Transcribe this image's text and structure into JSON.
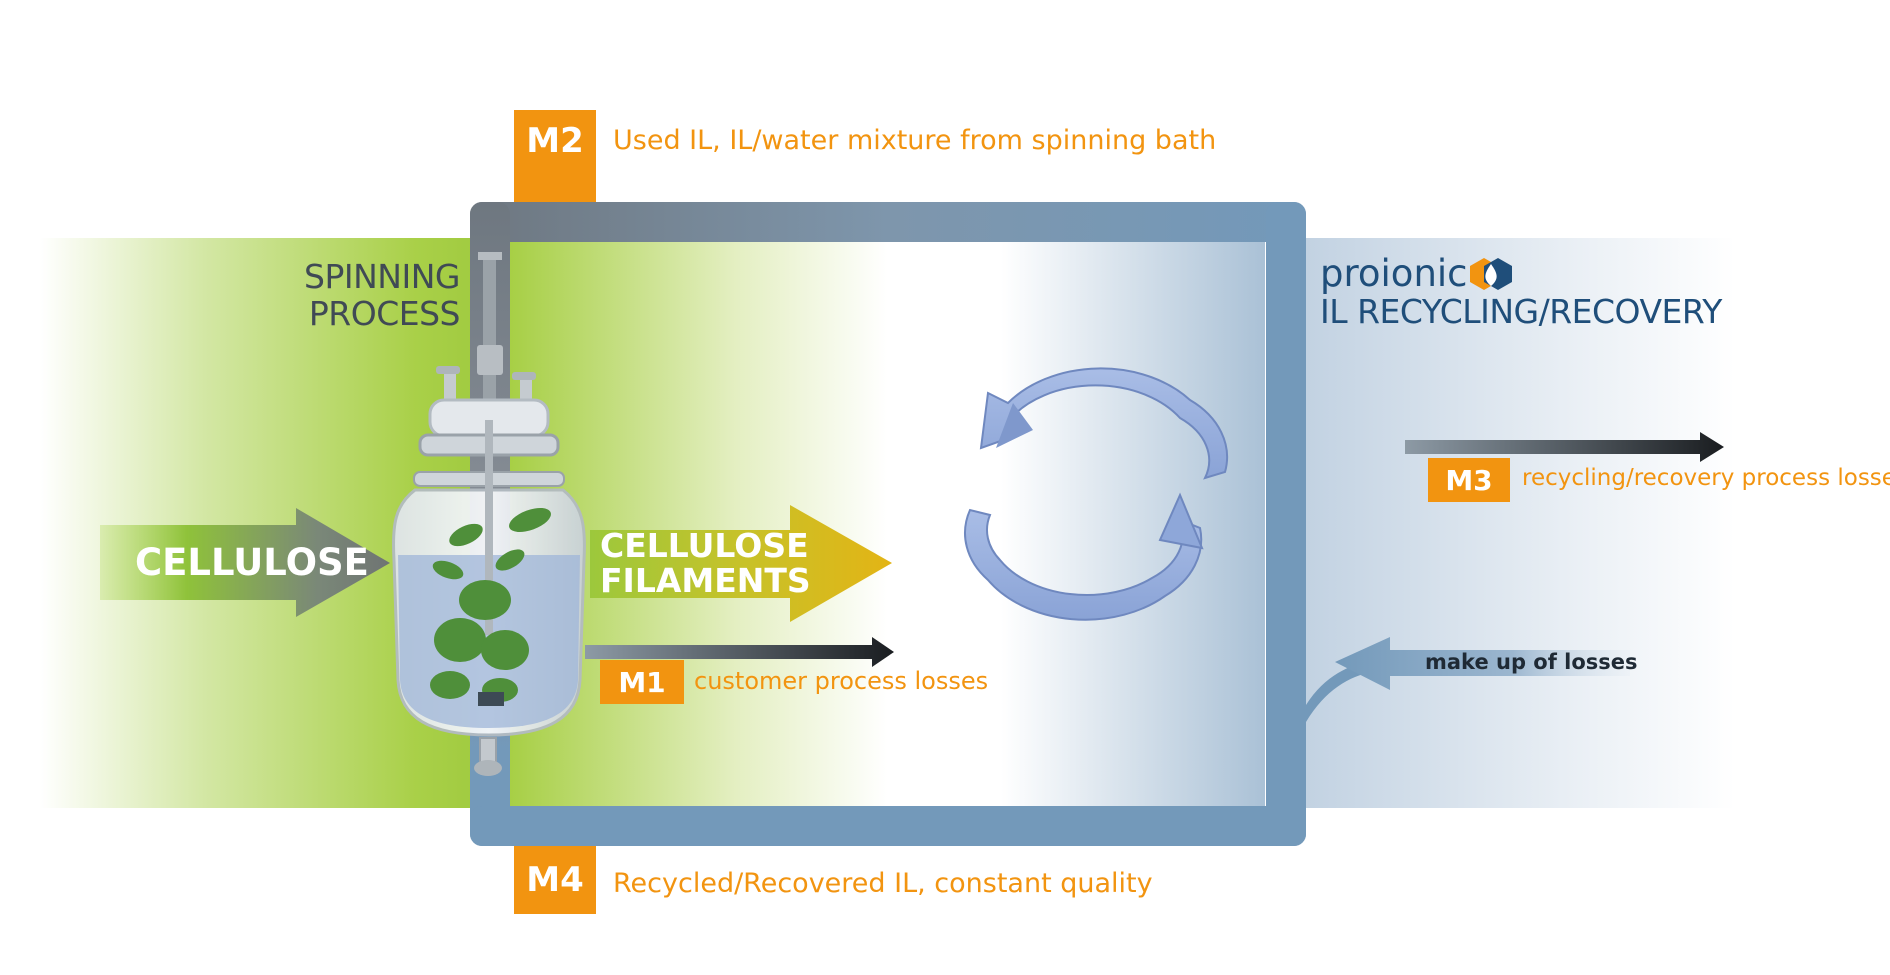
{
  "spinning": {
    "line1": "SPINNING",
    "line2": "PROCESS"
  },
  "brand": {
    "name": "proionic"
  },
  "recycling": {
    "title": "IL RECYCLING/RECOVERY"
  },
  "arrows": {
    "cellulose": "CELLULOSE",
    "filaments_line1": "CELLULOSE",
    "filaments_line2": "FILAMENTS",
    "makeup": "make up of losses"
  },
  "streams": {
    "m1": {
      "code": "M1",
      "label": "customer process losses"
    },
    "m2": {
      "code": "M2",
      "label": "Used IL, IL/water mixture from spinning bath"
    },
    "m3": {
      "code": "M3",
      "label": "recycling/recovery process losses"
    },
    "m4": {
      "code": "M4",
      "label": "Recycled/Recovered IL, constant quality"
    }
  },
  "colors": {
    "orange": "#f29410",
    "green": "#9cc83c",
    "steel_blue": "#7399ba",
    "loop_gray": "#6e7780",
    "recycle_arrow": "#93abdc",
    "text_dark": "#404a55",
    "brand_blue": "#1f4e7a"
  },
  "icons": {
    "brand_logo": "hexagon-drop-icon",
    "recycle": "circular-arrows-icon",
    "reactor": "glass-reactor-vessel-icon"
  }
}
